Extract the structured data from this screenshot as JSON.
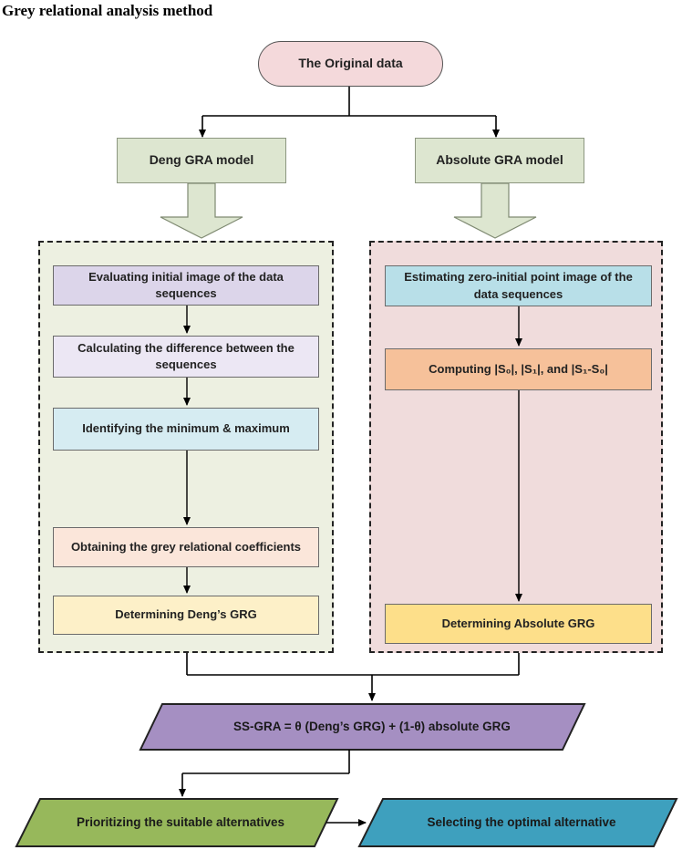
{
  "title": "Grey relational analysis method",
  "start": "The Original data",
  "models": {
    "deng": "Deng GRA model",
    "absolute": "Absolute GRA model"
  },
  "deng_steps": [
    "Evaluating initial image of the data sequences",
    "Calculating the difference between the sequences",
    "Identifying the minimum & maximum",
    "Obtaining the grey relational coefficients",
    "Determining Deng’s GRG"
  ],
  "absolute_steps": [
    "Estimating zero-initial point image of the data sequences",
    "Computing |S₀|, |S₁|, and |S₁-S₀|",
    "Determining Absolute GRG"
  ],
  "combination": "SS-GRA = θ (Deng’s GRG) + (1-θ) absolute GRG",
  "outputs": {
    "prioritize": "Prioritizing the suitable alternatives",
    "select": "Selecting the optimal alternative"
  },
  "colors": {
    "start_fill": "#f4d9db",
    "model_fill": "#dde6d0",
    "left_panel": "#edf0e1",
    "right_panel": "#f0dcdc",
    "step_purple": "#dcd5ea",
    "step_lavender": "#ece7f4",
    "step_blue": "#d6ecf2",
    "step_peach": "#fbe6da",
    "step_yellow": "#fdf0c8",
    "abs_blue": "#b8dfe8",
    "abs_orange": "#f6c19a",
    "abs_yellow": "#fddf8a",
    "combo_fill": "#a58fc2",
    "green_fill": "#97b85b",
    "teal_fill": "#3ea0be"
  }
}
